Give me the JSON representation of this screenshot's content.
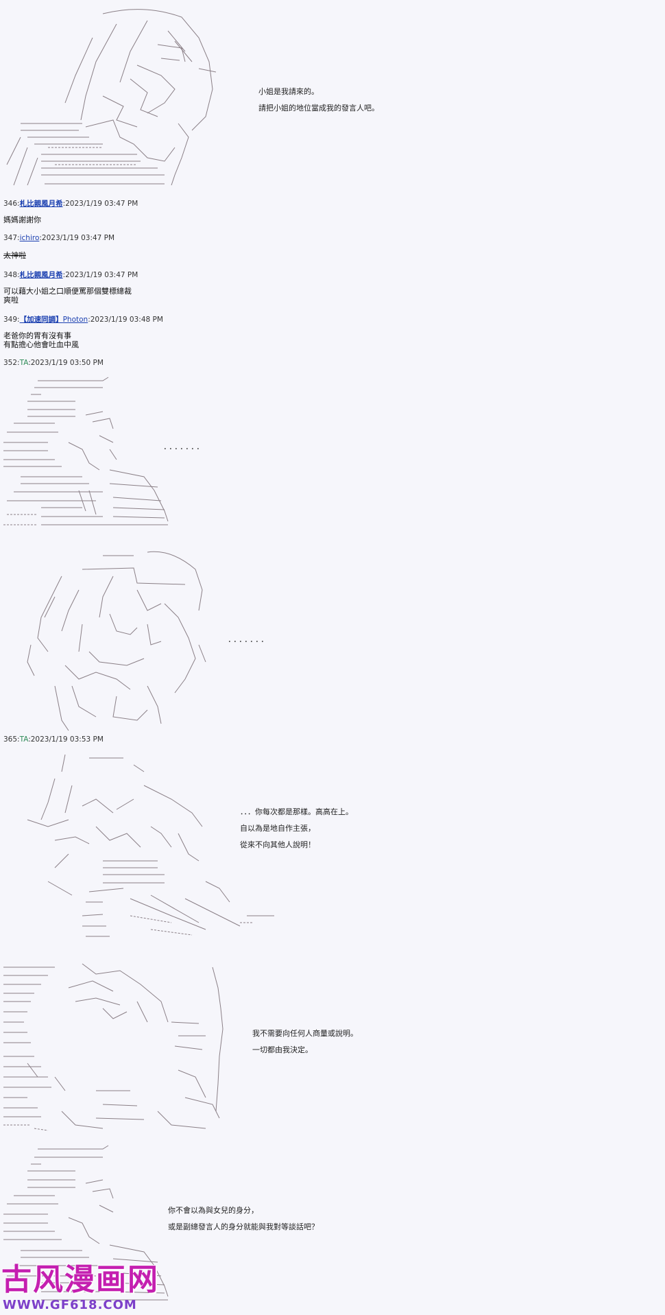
{
  "dialogue": {
    "d1": [
      "小姐是我請來的。",
      "請把小姐的地位當成我的發言人吧。"
    ],
    "d2": [
      "．．．你每次都是那樣。高高在上。",
      "自以為是地自作主張，",
      "從來不向其他人說明！"
    ],
    "d3": [
      "我不需要向任何人商量或說明。",
      "一切都由我決定。"
    ],
    "d4": [
      "你不會以為與女兒的身分，",
      "或是副總發言人的身分就能與我對等談話吧？"
    ]
  },
  "ellipses": [
    "．．．．．．．",
    "．．．．．．．"
  ],
  "posts": [
    {
      "no": "346:",
      "name": "札比親風月希",
      "date": ":2023/1/19 03:47 PM",
      "lines": [
        "媽媽謝謝你"
      ]
    },
    {
      "no": "347:",
      "name": "ichiro",
      "date": ":2023/1/19 03:47 PM",
      "lines": [
        "太神啦"
      ]
    },
    {
      "no": "348:",
      "name": "札比親風月希",
      "date": ":2023/1/19 03:47 PM",
      "lines": [
        "可以藉大小姐之口順便罵那個雙標總裁",
        "爽啦"
      ]
    },
    {
      "no": "349:",
      "name": "【加速同調】",
      "name2": "Photon",
      "date": ":2023/1/19 03:48 PM",
      "lines": [
        "老爸你的胃有沒有事",
        "有點擔心他會吐血中風"
      ]
    },
    {
      "no": "352:",
      "name": "TA",
      "date": ":2023/1/19 03:50 PM",
      "lines": []
    },
    {
      "no": "365:",
      "name": "TA",
      "date": ":2023/1/19 03:53 PM",
      "lines": []
    }
  ],
  "watermark": {
    "title": "古风漫画网",
    "url": "WWW.GF618.COM"
  },
  "colors": {
    "link": "#1a3fb0",
    "ta_name": "#2e8b57",
    "watermark": "#c41fb0",
    "art_line": "#8a7f86"
  }
}
